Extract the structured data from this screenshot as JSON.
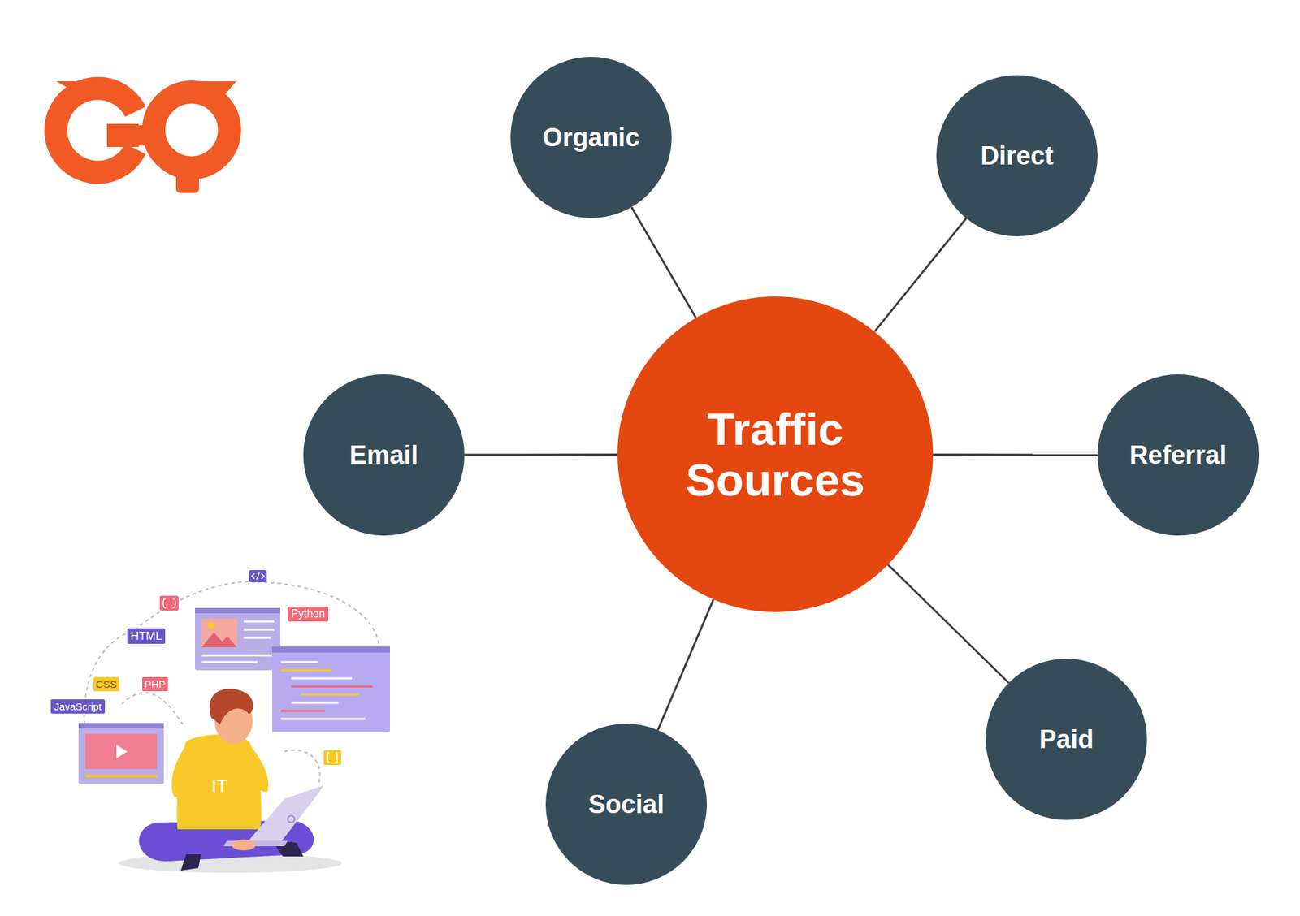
{
  "diagram": {
    "nodes": [
      {
        "text": [
          "Organic"
        ]
      },
      {
        "text": [
          "Direct"
        ]
      },
      {
        "text": [
          "Email"
        ]
      },
      {
        "text": [
          "Traffic Sources"
        ]
      },
      {
        "text": [
          "Referral"
        ]
      },
      {
        "text": [
          "Paid"
        ]
      },
      {
        "text": [
          "Social"
        ]
      }
    ],
    "edges": [
      {
        "from": 3,
        "to": 0,
        "arrow": "none"
      },
      {
        "from": 3,
        "to": 1,
        "arrow": "none"
      },
      {
        "from": 3,
        "to": 2,
        "arrow": "none"
      },
      {
        "from": 3,
        "to": 4,
        "arrow": "none"
      },
      {
        "from": 3,
        "to": 5,
        "arrow": "none"
      },
      {
        "from": 3,
        "to": 6,
        "arrow": "none"
      }
    ],
    "labels": [
      "HTML",
      "Python",
      "CSS",
      "PHP",
      "JavaScript",
      "IT"
    ]
  }
}
